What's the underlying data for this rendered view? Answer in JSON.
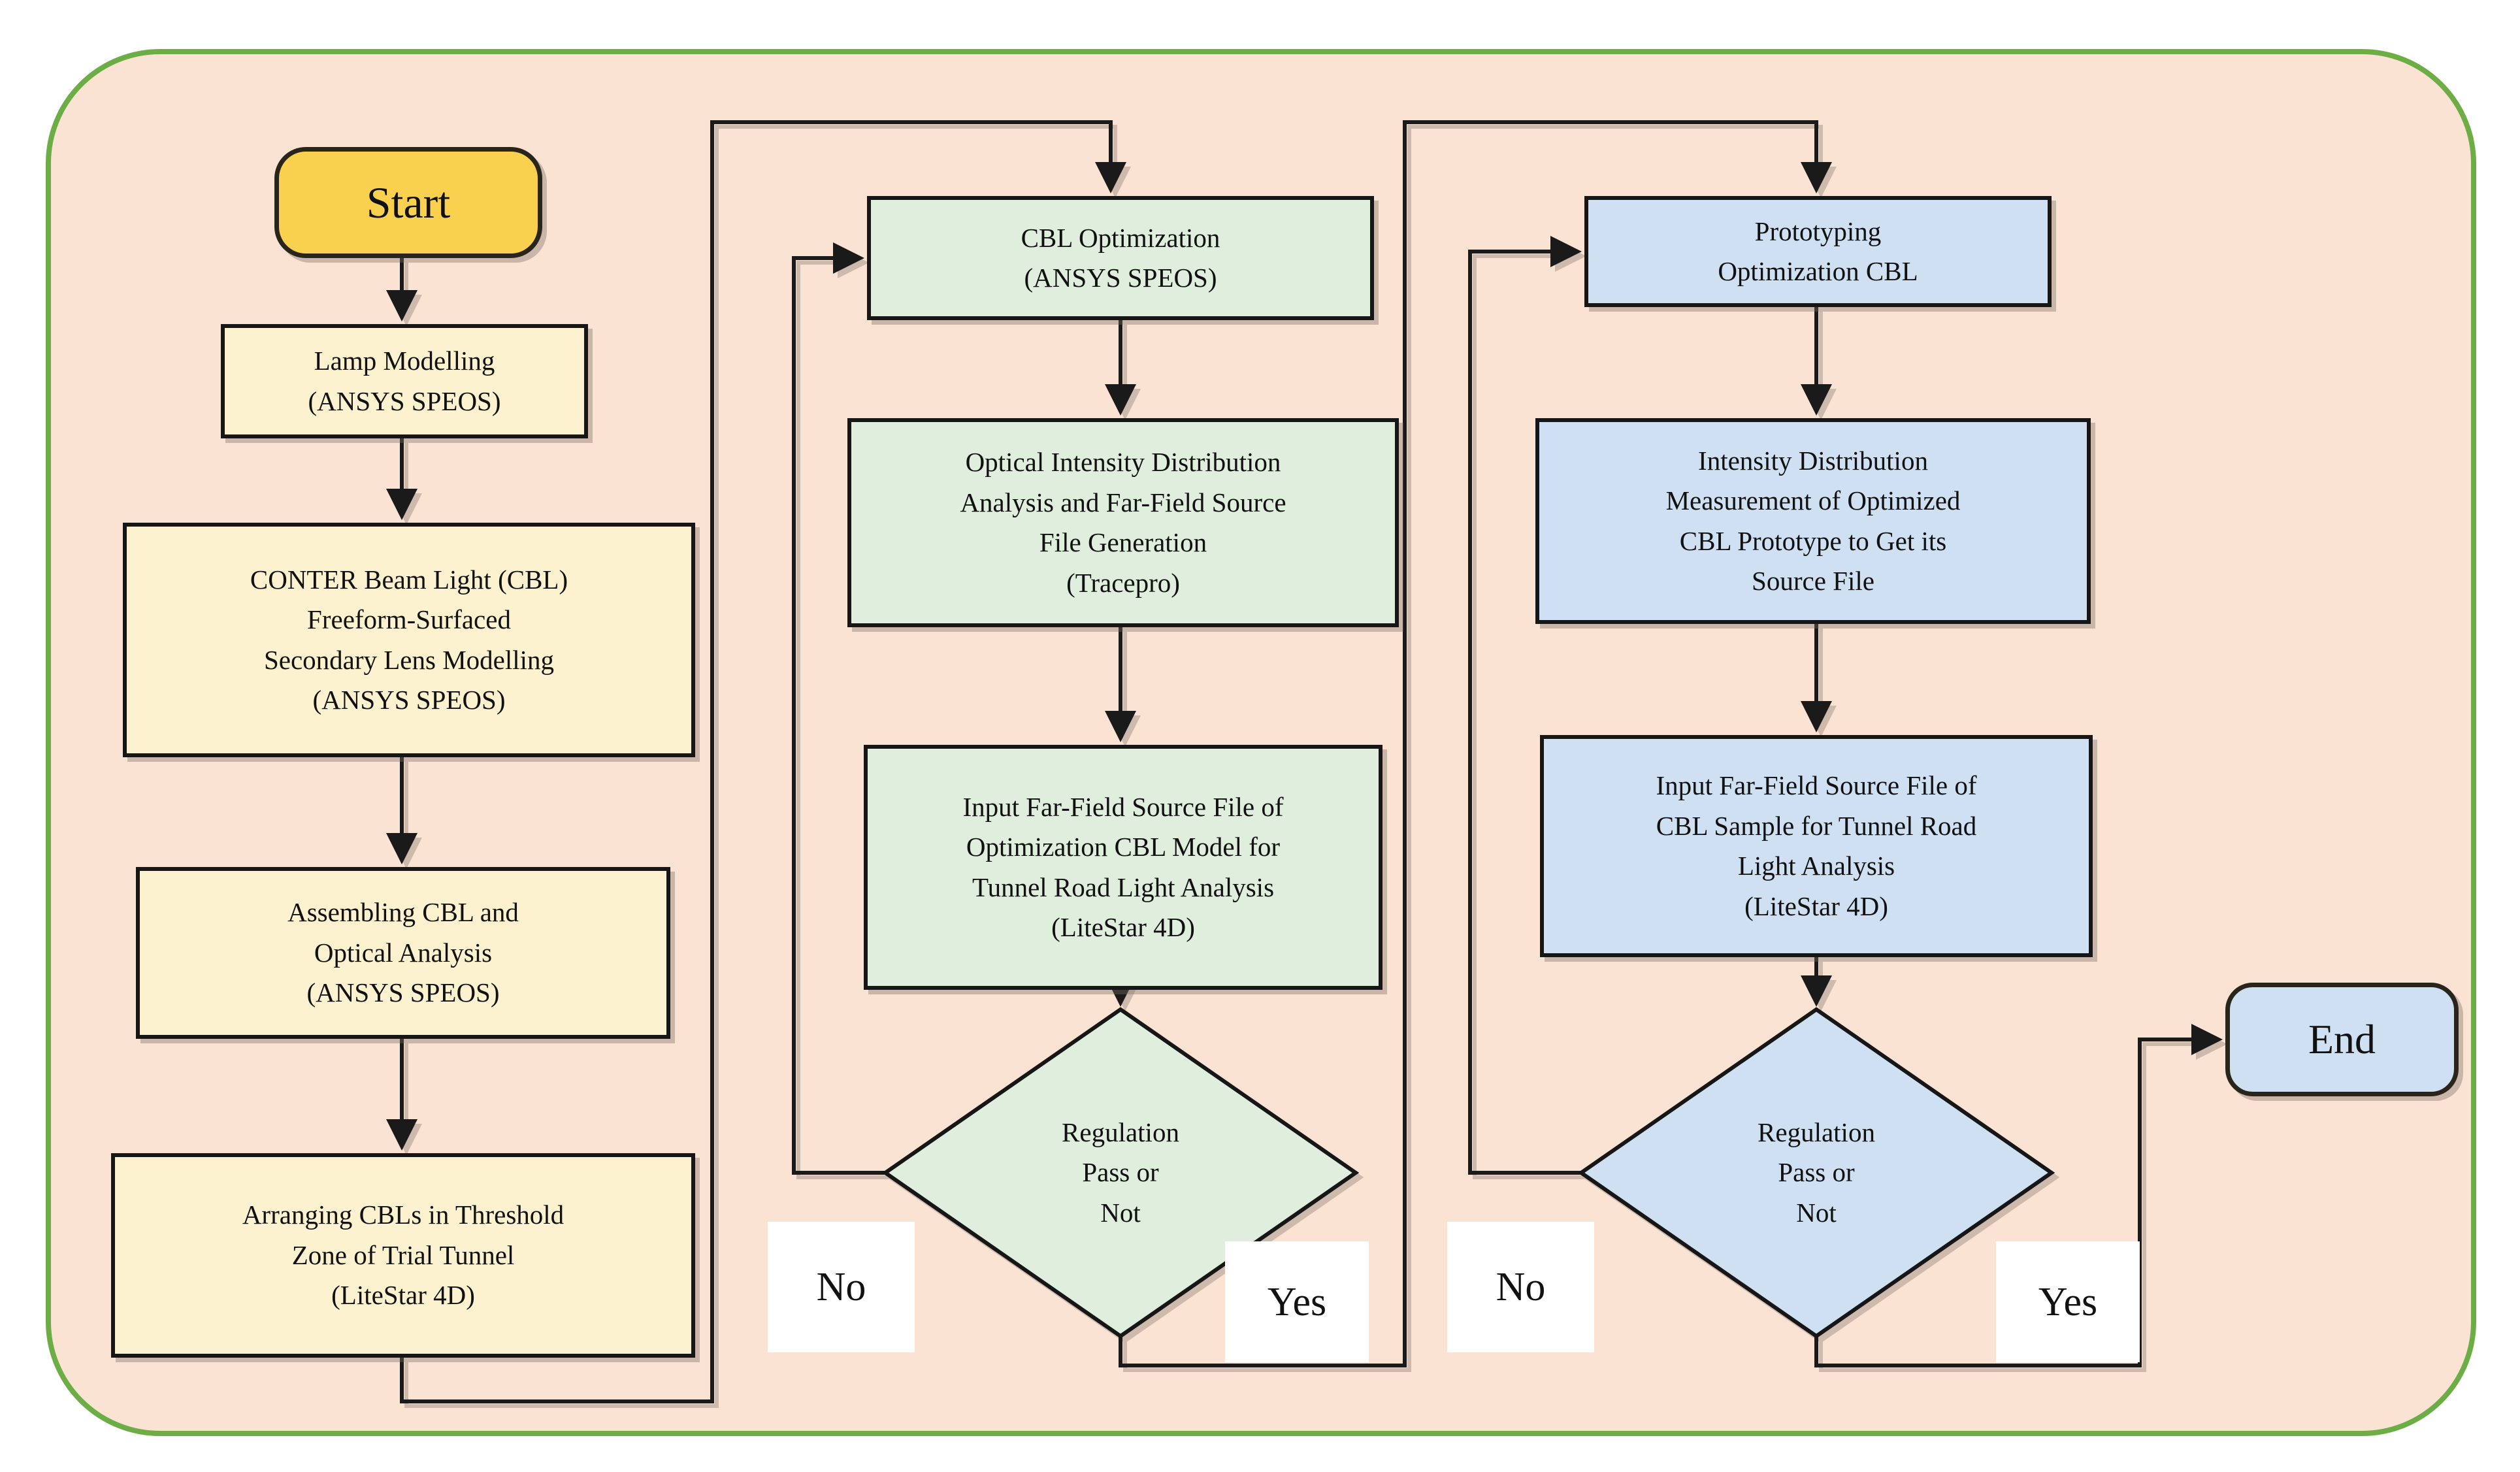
{
  "colors": {
    "page_bg": "#ffffff",
    "panel_bg": "#fbe3d4",
    "panel_border": "#6cae45",
    "gold_fill": "#fad14f",
    "gold_border": "#2a251b",
    "cream_fill": "#fcf2cf",
    "green_fill": "#dfeedd",
    "blue_fill": "#cfe0f2",
    "node_border": "#161616",
    "ink": "#1a1a1a",
    "label_bg": "#ffffff",
    "text": "#111111"
  },
  "nodes": {
    "start": {
      "label": "Start"
    },
    "lamp_modelling": {
      "lines": [
        "Lamp Modelling",
        "(ANSYS SPEOS)"
      ]
    },
    "cbl_lens_modelling": {
      "lines": [
        "CONTER Beam Light (CBL)",
        "Freeform-Surfaced",
        "Secondary Lens Modelling",
        "(ANSYS SPEOS)"
      ]
    },
    "assembling_cbl": {
      "lines": [
        "Assembling CBL and",
        "Optical Analysis",
        "(ANSYS SPEOS)"
      ]
    },
    "arranging_cbls": {
      "lines": [
        "Arranging CBLs in Threshold",
        "Zone of Trial Tunnel",
        "(LiteStar 4D)"
      ]
    },
    "cbl_optimization": {
      "lines": [
        "CBL Optimization",
        "(ANSYS SPEOS)"
      ]
    },
    "intensity_analysis": {
      "lines": [
        "Optical Intensity Distribution",
        "Analysis and Far-Field Source",
        "File Generation",
        "(Tracepro)"
      ]
    },
    "input_source_mid": {
      "lines": [
        "Input Far-Field Source File of",
        "Optimization CBL Model for",
        "Tunnel Road Light Analysis",
        "(LiteStar 4D)"
      ]
    },
    "regulation_mid": {
      "lines": [
        "Regulation",
        "Pass or",
        "Not"
      ]
    },
    "prototyping": {
      "lines": [
        "Prototyping",
        "Optimization CBL"
      ]
    },
    "intensity_measurement": {
      "lines": [
        "Intensity Distribution",
        "Measurement of Optimized",
        "CBL Prototype to Get its",
        "Source File"
      ]
    },
    "input_source_right": {
      "lines": [
        "Input Far-Field Source File of",
        "CBL Sample for Tunnel Road",
        "Light Analysis",
        "(LiteStar 4D)"
      ]
    },
    "regulation_right": {
      "lines": [
        "Regulation",
        "Pass or",
        "Not"
      ]
    },
    "end": {
      "label": "End"
    }
  },
  "edge_labels": {
    "middle_no": "No",
    "middle_yes": "Yes",
    "right_no": "No",
    "right_yes": "Yes"
  }
}
